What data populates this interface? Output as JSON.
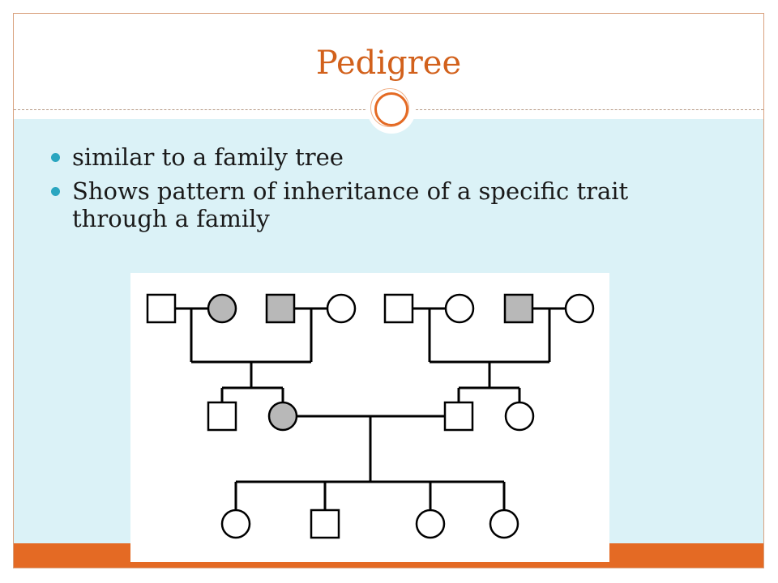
{
  "slide": {
    "title": "Pedigree",
    "bullets": [
      "similar to a family tree",
      "Shows pattern of inheritance of a specific trait through a family"
    ]
  },
  "colors": {
    "title": "#d2611c",
    "accent": "#e46a24",
    "content_bg": "#dbf2f7",
    "bullet": "#2aa6c0",
    "affected": "#b8b8b8",
    "unaffected": "#ffffff"
  },
  "pedigree": {
    "generations": [
      {
        "generation": 1,
        "individuals": [
          {
            "sex": "male",
            "affected": false
          },
          {
            "sex": "female",
            "affected": true
          },
          {
            "sex": "male",
            "affected": true
          },
          {
            "sex": "female",
            "affected": false
          },
          {
            "sex": "male",
            "affected": false
          },
          {
            "sex": "female",
            "affected": false
          },
          {
            "sex": "male",
            "affected": true
          },
          {
            "sex": "female",
            "affected": false
          }
        ]
      },
      {
        "generation": 2,
        "individuals": [
          {
            "sex": "male",
            "affected": false
          },
          {
            "sex": "female",
            "affected": true
          },
          {
            "sex": "male",
            "affected": false
          },
          {
            "sex": "female",
            "affected": false
          }
        ]
      },
      {
        "generation": 3,
        "individuals": [
          {
            "sex": "female",
            "affected": false
          },
          {
            "sex": "male",
            "affected": false
          },
          {
            "sex": "female",
            "affected": false
          },
          {
            "sex": "female",
            "affected": false
          }
        ]
      }
    ]
  }
}
